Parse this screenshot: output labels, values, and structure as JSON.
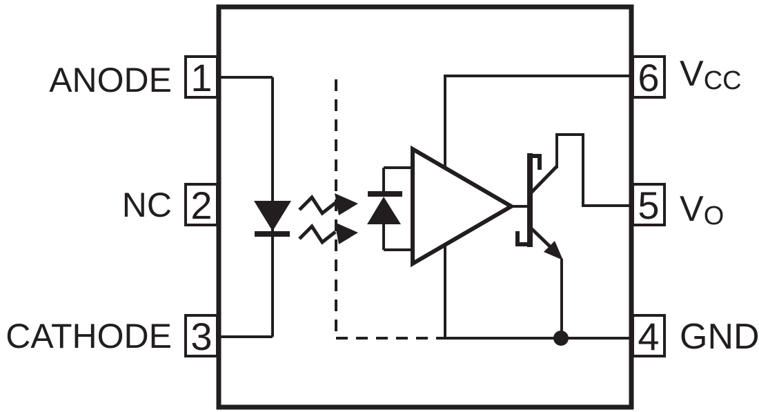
{
  "diagram": {
    "kind": "optocoupler-functional-pinout",
    "colors": {
      "line": "#221e1f",
      "background": "#ffffff"
    }
  },
  "pins": {
    "left": [
      {
        "number": "1",
        "label": "ANODE"
      },
      {
        "number": "2",
        "label": "NC"
      },
      {
        "number": "3",
        "label": "CATHODE"
      }
    ],
    "right": [
      {
        "number": "6",
        "label_main": "V",
        "label_sub": "CC"
      },
      {
        "number": "5",
        "label_main": "V",
        "label_sub": "O"
      },
      {
        "number": "4",
        "label_main": "GND",
        "label_sub": ""
      }
    ]
  },
  "components": {
    "package": "ic-package-outline",
    "input_emitter": "led-symbol",
    "detector": "photodiode-symbol",
    "amplifier": "amplifier-triangle-symbol",
    "output": "schottky-output-transistor-symbol",
    "coupling": "light-arrows-icon",
    "barrier": "isolation-barrier-dashed-line"
  }
}
